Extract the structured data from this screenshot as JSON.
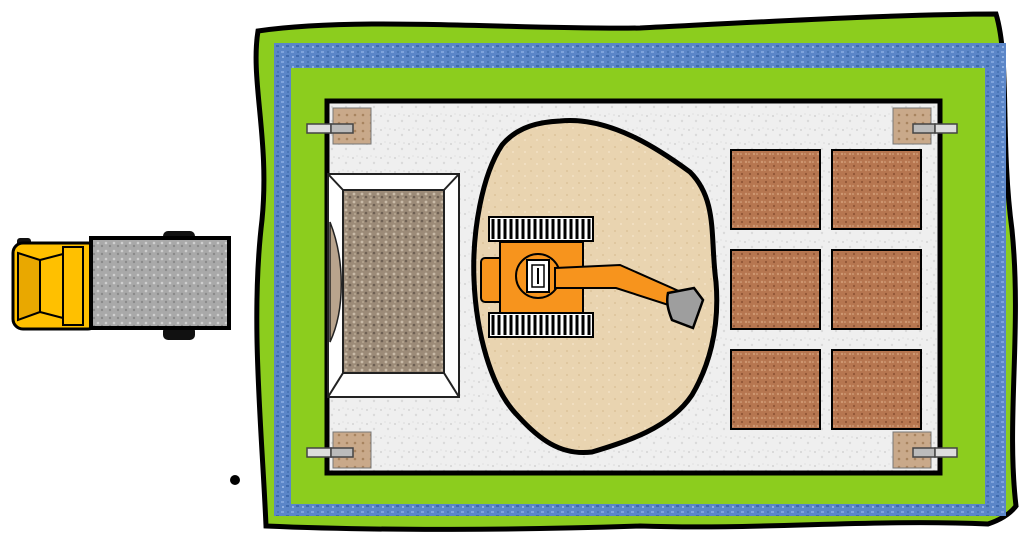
{
  "scene": {
    "title": "",
    "elements": [
      {
        "id": "dump-truck",
        "kind": "vehicle",
        "label": ""
      },
      {
        "id": "site-boundary",
        "kind": "grass-border",
        "label": ""
      },
      {
        "id": "water-moat",
        "kind": "water",
        "label": ""
      },
      {
        "id": "excavator",
        "kind": "vehicle",
        "label": ""
      },
      {
        "id": "excavation-pit",
        "kind": "sand",
        "label": ""
      },
      {
        "id": "gravel-bin",
        "kind": "material-store",
        "label": ""
      },
      {
        "id": "soil-stockpiles",
        "kind": "material-store",
        "label": "",
        "count": 6
      },
      {
        "id": "corner-posts",
        "kind": "marker",
        "label": "",
        "count": 4
      }
    ]
  },
  "colors": {
    "grass": "#8ccd1e",
    "water": "#5b86c8",
    "pad": "#eeeeee",
    "sand": "#e9d4b0",
    "excavator": "#f7941d",
    "truck_cab": "#ffc000",
    "truck_bed": "#a8a8a8",
    "soil": "#b67650",
    "gravel": "#9c8b78"
  }
}
